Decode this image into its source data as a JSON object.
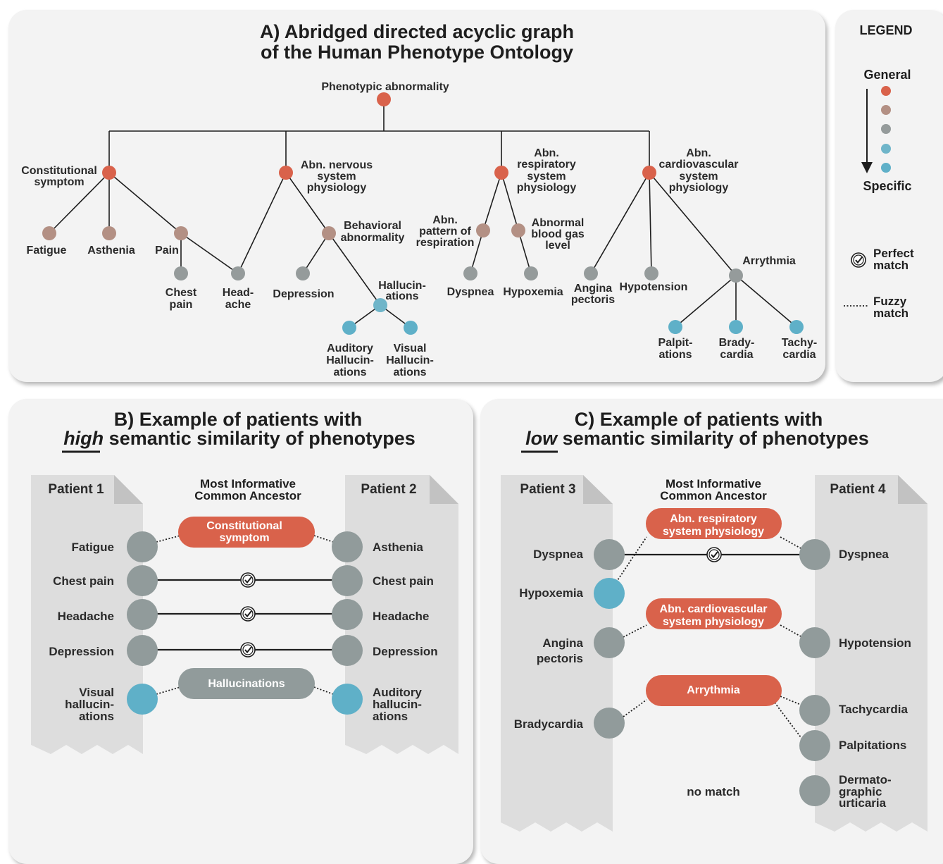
{
  "panel_a": {
    "title_line1": "A) Abridged directed acyclic graph",
    "title_line2": "of the Human Phenotype Ontology",
    "nodes": {
      "root": "Phenotypic abnormality",
      "constitutional": [
        "Constitutional",
        "symptom"
      ],
      "nervous": [
        "Abn. nervous",
        "system",
        "physiology"
      ],
      "respiratory": [
        "Abn.",
        "respiratory",
        "system",
        "physiology"
      ],
      "cardiovascular": [
        "Abn.",
        "cardiovascular",
        "system",
        "physiology"
      ],
      "fatigue": "Fatigue",
      "asthenia": "Asthenia",
      "pain": "Pain",
      "chest_pain": [
        "Chest",
        "pain"
      ],
      "headache": [
        "Head-",
        "ache"
      ],
      "behavioral": [
        "Behavioral",
        "abnormality"
      ],
      "depression": "Depression",
      "hallucinations": [
        "Hallucin-",
        "ations"
      ],
      "auditory": [
        "Auditory",
        "Hallucin-",
        "ations"
      ],
      "visual": [
        "Visual",
        "Hallucin-",
        "ations"
      ],
      "pattern_resp": [
        "Abn.",
        "pattern of",
        "respiration"
      ],
      "blood_gas": [
        "Abnormal",
        "blood gas",
        "level"
      ],
      "dyspnea": "Dyspnea",
      "hypoxemia": "Hypoxemia",
      "angina": [
        "Angina",
        "pectoris"
      ],
      "hypotension": "Hypotension",
      "arrythmia": "Arrythmia",
      "palpitations": [
        "Palpit-",
        "ations"
      ],
      "bradycardia": [
        "Brady-",
        "cardia"
      ],
      "tachycardia": [
        "Tachy-",
        "cardia"
      ]
    }
  },
  "legend": {
    "title": "LEGEND",
    "general": "General",
    "specific": "Specific",
    "perfect": [
      "Perfect",
      "match"
    ],
    "fuzzy": [
      "Fuzzy",
      "match"
    ]
  },
  "panel_b": {
    "title_line1": "B) Example of patients with",
    "title_emph": "high",
    "title_rest": " semantic similarity of phenotypes",
    "patient_left": "Patient 1",
    "patient_right": "Patient 2",
    "mica_header": [
      "Most Informative",
      "Common Ancestor"
    ],
    "rows": [
      {
        "left": [
          "Fatigue"
        ],
        "right": [
          "Asthenia"
        ]
      },
      {
        "left": [
          "Chest pain"
        ],
        "right": [
          "Chest pain"
        ]
      },
      {
        "left": [
          "Headache"
        ],
        "right": [
          "Headache"
        ]
      },
      {
        "left": [
          "Depression"
        ],
        "right": [
          "Depression"
        ]
      },
      {
        "left": [
          "Visual",
          "hallucin-",
          "ations"
        ],
        "right": [
          "Auditory",
          "hallucin-",
          "ations"
        ]
      }
    ],
    "pills": [
      [
        "Constitutional",
        "symptom"
      ],
      [
        "Hallucinations"
      ]
    ]
  },
  "panel_c": {
    "title_line1": "C) Example of patients with",
    "title_emph": "low",
    "title_rest": " semantic similarity of phenotypes",
    "patient_left": "Patient 3",
    "patient_right": "Patient 4",
    "mica_header": [
      "Most Informative",
      "Common Ancestor"
    ],
    "left_rows": [
      [
        "Dyspnea"
      ],
      [
        "Hypoxemia"
      ],
      [
        "Angina",
        "pectoris"
      ],
      [
        "Bradycardia"
      ]
    ],
    "right_rows": [
      [
        "Dyspnea"
      ],
      [
        "Hypotension"
      ],
      [
        "Tachycardia"
      ],
      [
        "Palpitations"
      ],
      [
        "Dermato-",
        "graphic",
        "urticaria"
      ]
    ],
    "pills": [
      [
        "Abn. respiratory",
        "system physiology"
      ],
      [
        "Abn. cardiovascular",
        "system physiology"
      ],
      [
        "Arrythmia"
      ]
    ],
    "no_match": "no match"
  },
  "colors": {
    "level1": "#d9624b",
    "level2": "#b39084",
    "level3": "#959b9b",
    "level4": "#6fb5c9",
    "gray_node": "#919b9b",
    "cyan_node": "#5fb0c8",
    "pill_red": "#d9624b",
    "pill_gray": "#919b9b"
  }
}
